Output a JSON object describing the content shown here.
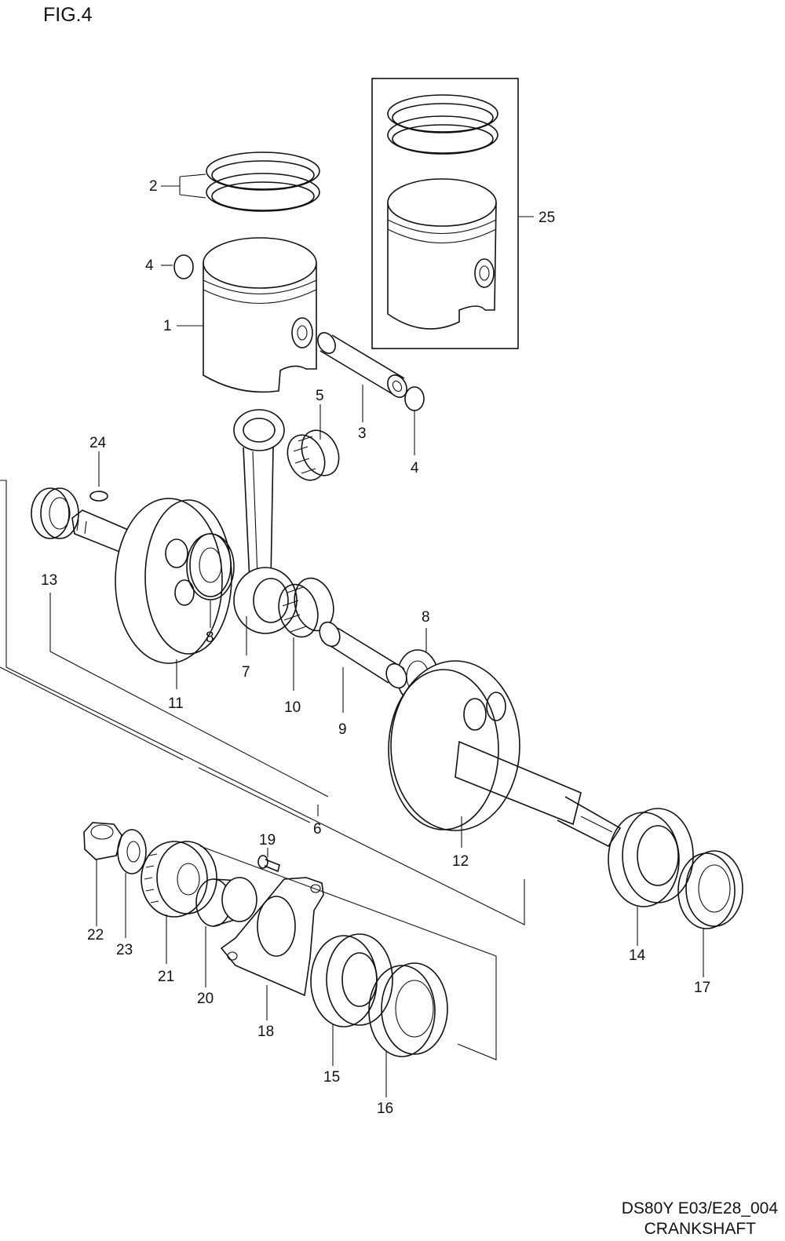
{
  "figure_label": "FIG.4",
  "footer": {
    "model_code": "DS80Y E03/E28_004",
    "section_title": "CRANKSHAFT"
  },
  "callouts": [
    {
      "id": "1",
      "text": "1"
    },
    {
      "id": "2",
      "text": "2"
    },
    {
      "id": "3",
      "text": "3"
    },
    {
      "id": "4a",
      "text": "4"
    },
    {
      "id": "4b",
      "text": "4"
    },
    {
      "id": "5",
      "text": "5"
    },
    {
      "id": "6",
      "text": "6"
    },
    {
      "id": "7",
      "text": "7"
    },
    {
      "id": "8a",
      "text": "8"
    },
    {
      "id": "8b",
      "text": "8"
    },
    {
      "id": "9",
      "text": "9"
    },
    {
      "id": "10",
      "text": "10"
    },
    {
      "id": "11",
      "text": "11"
    },
    {
      "id": "12",
      "text": "12"
    },
    {
      "id": "13",
      "text": "13"
    },
    {
      "id": "14",
      "text": "14"
    },
    {
      "id": "15",
      "text": "15"
    },
    {
      "id": "16",
      "text": "16"
    },
    {
      "id": "17",
      "text": "17"
    },
    {
      "id": "18",
      "text": "18"
    },
    {
      "id": "19",
      "text": "19"
    },
    {
      "id": "20",
      "text": "20"
    },
    {
      "id": "21",
      "text": "21"
    },
    {
      "id": "22",
      "text": "22"
    },
    {
      "id": "23",
      "text": "23"
    },
    {
      "id": "24",
      "text": "24"
    },
    {
      "id": "25",
      "text": "25"
    }
  ]
}
